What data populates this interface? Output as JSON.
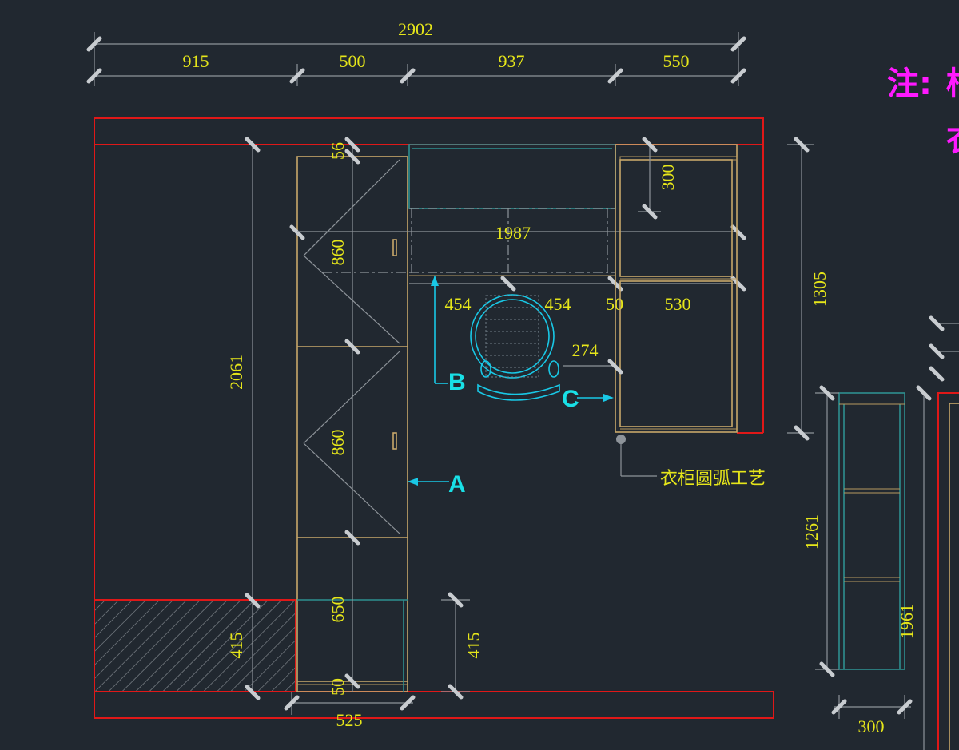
{
  "overall_width": "2902",
  "top_segments": [
    "915",
    "500",
    "937",
    "550"
  ],
  "left_height": "2061",
  "hatch_depth": "415",
  "wardrobe_dims": {
    "top": "56",
    "upper": "860",
    "middle": "860",
    "lower": "650",
    "bottom": "50",
    "depth": "525"
  },
  "desk_dims": {
    "length": "1987",
    "d1": "454",
    "d2": "454",
    "gap": "50",
    "side": "530",
    "offset": "274",
    "shelf": "300"
  },
  "right_height": "1305",
  "floor_gap": "415",
  "markers": {
    "a": "A",
    "b": "B",
    "c": "C"
  },
  "callout_text": "衣柜圆弧工艺",
  "note_lines": [
    "注:",
    "柜",
    "衣"
  ],
  "elevation": {
    "height": "1261",
    "total_height": "1961",
    "width": "300"
  },
  "colors": {
    "background": "#212830",
    "dimension_text": "#e6e61a",
    "wall_outline": "#e01818",
    "marker": "#19e0e6",
    "note": "#ff19ff"
  }
}
